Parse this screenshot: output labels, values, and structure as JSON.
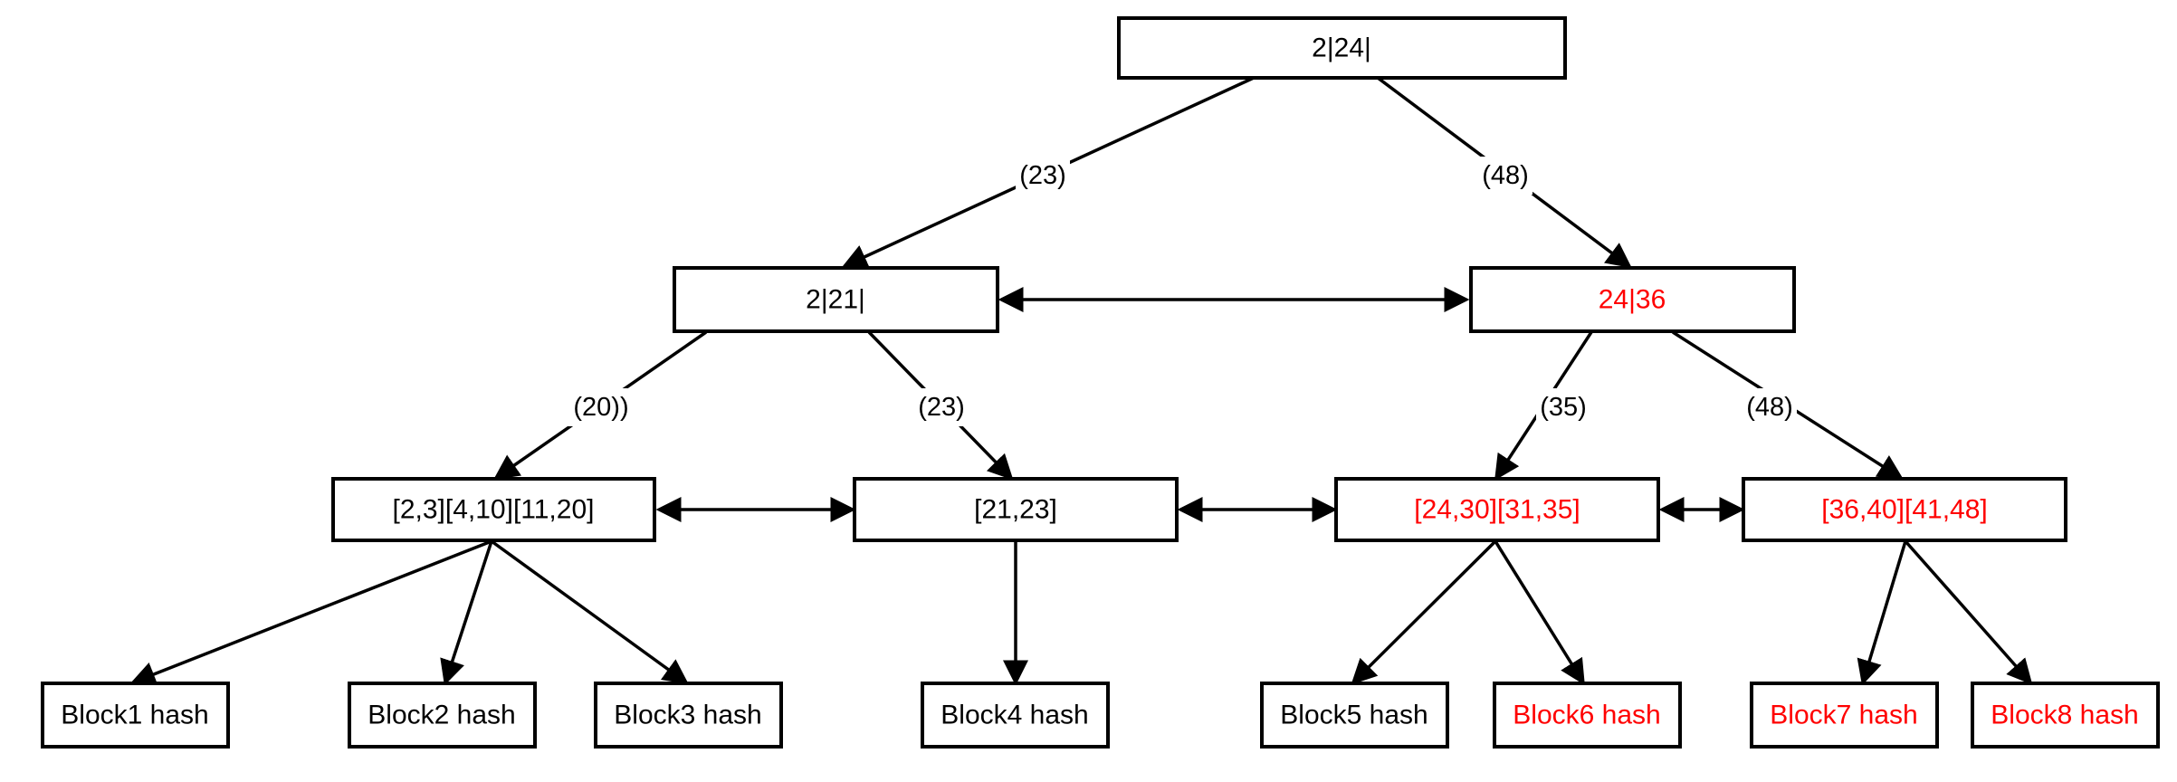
{
  "colors": {
    "normal_text": "#000000",
    "highlight_text": "#ff0000",
    "stroke": "#000000"
  },
  "nodes": {
    "root": {
      "label": "2|24|",
      "highlight": false
    },
    "internal_left": {
      "label": "2|21|",
      "highlight": false
    },
    "internal_right": {
      "label": "24|36",
      "highlight": true
    },
    "leaf_1": {
      "label": "[2,3][4,10][11,20]",
      "highlight": false
    },
    "leaf_2": {
      "label": "[21,23]",
      "highlight": false
    },
    "leaf_3": {
      "label": "[24,30][31,35]",
      "highlight": true
    },
    "leaf_4": {
      "label": "[36,40][41,48]",
      "highlight": true
    },
    "block_1": {
      "label": "Block1 hash",
      "highlight": false
    },
    "block_2": {
      "label": "Block2 hash",
      "highlight": false
    },
    "block_3": {
      "label": "Block3 hash",
      "highlight": false
    },
    "block_4": {
      "label": "Block4 hash",
      "highlight": false
    },
    "block_5": {
      "label": "Block5 hash",
      "highlight": false
    },
    "block_6": {
      "label": "Block6 hash",
      "highlight": true
    },
    "block_7": {
      "label": "Block7 hash",
      "highlight": true
    },
    "block_8": {
      "label": "Block8 hash",
      "highlight": true
    }
  },
  "edge_labels": {
    "root_left": "(23)",
    "root_right": "(48)",
    "left_leaf1": "(20))",
    "left_leaf2": "(23)",
    "right_leaf3": "(35)",
    "right_leaf4": "(48)"
  }
}
